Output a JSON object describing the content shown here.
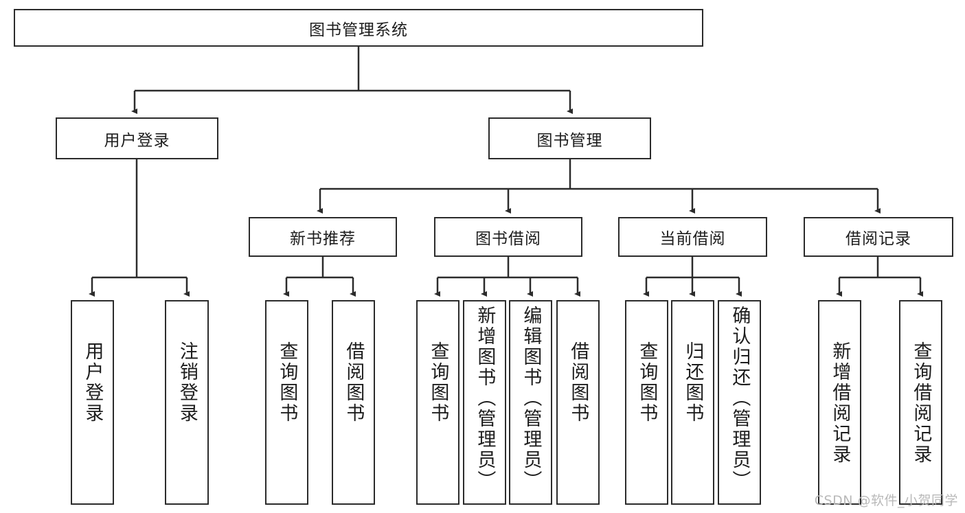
{
  "diagram": {
    "title": "图书管理系统",
    "type": "tree-hierarchy-diagram",
    "watermark": "CSDN @软件_小贺同学",
    "colors": {
      "box_border": "#2b2b2b",
      "box_fill": "#ffffff",
      "edge": "#2b2b2b",
      "text": "#1d1d1d",
      "watermark": "#b9b9b9"
    },
    "root": {
      "label": "图书管理系统"
    },
    "level2": [
      {
        "label": "用户登录"
      },
      {
        "label": "图书管理"
      }
    ],
    "level3": [
      {
        "label": "新书推荐"
      },
      {
        "label": "图书借阅"
      },
      {
        "label": "当前借阅"
      },
      {
        "label": "借阅记录"
      }
    ],
    "leaves": {
      "user_login": [
        {
          "label": "用户登录"
        },
        {
          "label": "注销登录"
        }
      ],
      "new_book_recommend": [
        {
          "label": "查询图书"
        },
        {
          "label": "借阅图书"
        }
      ],
      "book_borrow": [
        {
          "label": "查询图书"
        },
        {
          "label": "新增图书（管理员）"
        },
        {
          "label": "编辑图书（管理员）"
        },
        {
          "label": "借阅图书"
        }
      ],
      "current_borrow": [
        {
          "label": "查询图书"
        },
        {
          "label": "归还图书"
        },
        {
          "label": "确认归还（管理员）"
        }
      ],
      "borrow_record": [
        {
          "label": "新增借阅记录"
        },
        {
          "label": "查询借阅记录"
        }
      ]
    }
  }
}
